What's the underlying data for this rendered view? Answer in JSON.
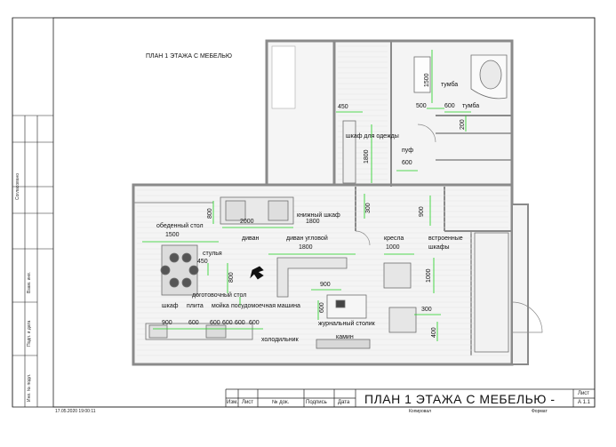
{
  "drawing": {
    "title": "ПЛАН 1 ЭТАЖА С МЕБЕЛЬЮ",
    "colors": {
      "dimension": "#1fd11f",
      "wall": "#9a9a9a",
      "floor": "#f3f3f3",
      "furniture": "#777777"
    }
  },
  "labels": [
    {
      "id": "tumba1",
      "text": "тумба"
    },
    {
      "id": "tumba2",
      "text": "тумба"
    },
    {
      "id": "wardrobe",
      "text": "шкаф для одежды"
    },
    {
      "id": "puf",
      "text": "пуф"
    },
    {
      "id": "bookcase",
      "text": "книжный шкаф"
    },
    {
      "id": "dining",
      "text": "обеденный стол"
    },
    {
      "id": "sofa",
      "text": "диван"
    },
    {
      "id": "corner_sofa",
      "text": "диван угловой"
    },
    {
      "id": "armchairs",
      "text": "кресла"
    },
    {
      "id": "builtin",
      "text": "встроенные"
    },
    {
      "id": "builtin2",
      "text": "шкафы"
    },
    {
      "id": "chairs",
      "text": "стулья"
    },
    {
      "id": "coffee_table",
      "text": "доготовочный стол"
    },
    {
      "id": "cabinet",
      "text": "шкаф"
    },
    {
      "id": "stove",
      "text": "плита"
    },
    {
      "id": "sink",
      "text": "мойка"
    },
    {
      "id": "dishwasher",
      "text": "посудомоечная машина"
    },
    {
      "id": "journal",
      "text": "журнальный столик"
    },
    {
      "id": "fridge",
      "text": "холодильник"
    },
    {
      "id": "fireplace",
      "text": "камин"
    }
  ],
  "dimensions": [
    {
      "id": "d1500a",
      "text": "1500"
    },
    {
      "id": "d450a",
      "text": "450"
    },
    {
      "id": "d500",
      "text": "500"
    },
    {
      "id": "d600a",
      "text": "600"
    },
    {
      "id": "d200",
      "text": "200"
    },
    {
      "id": "d1800a",
      "text": "1800"
    },
    {
      "id": "d600b",
      "text": "600"
    },
    {
      "id": "d300a",
      "text": "300"
    },
    {
      "id": "d800a",
      "text": "800"
    },
    {
      "id": "d2000",
      "text": "2000"
    },
    {
      "id": "d1800b",
      "text": "1800"
    },
    {
      "id": "d900a",
      "text": "900"
    },
    {
      "id": "d1500b",
      "text": "1500"
    },
    {
      "id": "d1800c",
      "text": "1800"
    },
    {
      "id": "d1000a",
      "text": "1000"
    },
    {
      "id": "d450b",
      "text": "450"
    },
    {
      "id": "d800b",
      "text": "800"
    },
    {
      "id": "d900b",
      "text": "900"
    },
    {
      "id": "d1000b",
      "text": "1000"
    },
    {
      "id": "d600c",
      "text": "600"
    },
    {
      "id": "d300b",
      "text": "300"
    },
    {
      "id": "d400",
      "text": "400"
    },
    {
      "id": "k900",
      "text": "900"
    },
    {
      "id": "k600a",
      "text": "600"
    },
    {
      "id": "k600b",
      "text": "600"
    },
    {
      "id": "k600c",
      "text": "600"
    },
    {
      "id": "k600d",
      "text": "600"
    },
    {
      "id": "k600e",
      "text": "600"
    }
  ],
  "stamp": {
    "title": "ПЛАН 1 ЭТАЖА С МЕБЕЛЬЮ -",
    "izm": "Изм.",
    "list": "Лист",
    "ndoc": "№ док.",
    "podpis": "Подпись",
    "data": "Дата",
    "list_right": "Лист",
    "sheet_no": "А 1.1",
    "kopiroval": "Копировал",
    "format": "Формат"
  },
  "side": {
    "soglasovano": "Согласовано",
    "vzam": "Взам. инв.",
    "podp_data": "Подп. и дата",
    "inv": "Инв. № подл."
  },
  "footer": {
    "datetime": "17.05.2020 19:00:11"
  }
}
